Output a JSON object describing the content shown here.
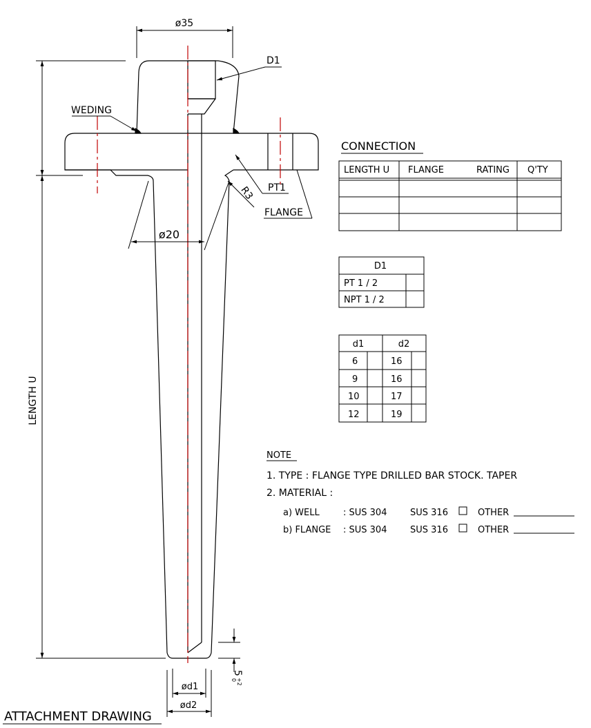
{
  "dims": {
    "top_dia": "ø35",
    "mid_dia": "ø20",
    "d1": "ød1",
    "d2": "ød2",
    "length": "LENGTH U",
    "radius": "R3",
    "tip": "5",
    "tip_tol": "+2",
    "tip_tol2": "0"
  },
  "callouts": {
    "d1": "D1",
    "welding": "WEDING",
    "pt1": "PT1",
    "flange": "FLANGE"
  },
  "connection": {
    "title": "CONNECTION",
    "headers": [
      "LENGTH U",
      "FLANGE",
      "RATING",
      "Q'TY"
    ],
    "rows": [
      [
        "",
        "",
        ""
      ],
      [
        "",
        "",
        ""
      ],
      [
        "",
        "",
        ""
      ]
    ]
  },
  "d1_table": {
    "header": "D1",
    "rows": [
      {
        "label": "PT 1 / 2",
        "mark": ""
      },
      {
        "label": "NPT 1 / 2",
        "mark": ""
      }
    ]
  },
  "dd_table": {
    "headers": [
      "d1",
      "d2"
    ],
    "rows": [
      [
        "6",
        "16"
      ],
      [
        "9",
        "16"
      ],
      [
        "10",
        "17"
      ],
      [
        "12",
        "19"
      ]
    ]
  },
  "note": {
    "title": "NOTE",
    "line1": "1. TYPE : FLANGE TYPE DRILLED BAR STOCK. TAPER",
    "line2": "2. MATERIAL :",
    "a_label": "a) WELL",
    "a_value": ": SUS 304",
    "b_label": "b) FLANGE",
    "b_value": ": SUS 304",
    "sus316": "SUS 316",
    "other": "OTHER"
  },
  "footer": {
    "title": "ATTACHMENT DRAWING"
  }
}
